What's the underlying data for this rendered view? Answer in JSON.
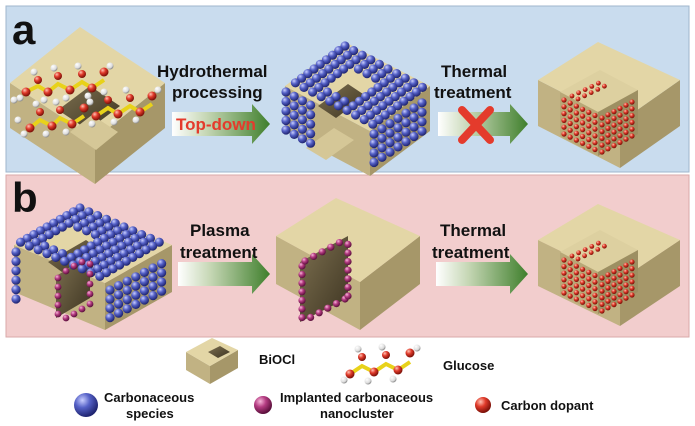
{
  "panel_a": {
    "letter": "a",
    "step1_line1": "Hydrothermal",
    "step1_line2": "processing",
    "step1_note": "Top-down",
    "step2_line1": "Thermal",
    "step2_line2": "treatment",
    "blocked_mark": "cross-icon"
  },
  "panel_b": {
    "letter": "b",
    "step1_line1": "Plasma",
    "step1_line2": "treatment",
    "step2_line1": "Thermal",
    "step2_line2": "treatment"
  },
  "legend": {
    "bioc_label": "BiOCl",
    "glucose_label": "Glucose",
    "carbonaceous_line1": "Carbonaceous",
    "carbonaceous_line2": "species",
    "implanted_line1": "Implanted carbonaceous",
    "implanted_line2": "nanocluster",
    "dopant_label": "Carbon dopant"
  },
  "colors": {
    "panel_a_bg": "#c9dcee",
    "panel_b_bg": "#f2cdcd",
    "block_top": "#e3d6a6",
    "block_left": "#c1b283",
    "block_right": "#a69769",
    "carbonaceous": "#4a56b8",
    "implanted": "#b2397e",
    "dopant": "#d83a2e"
  }
}
